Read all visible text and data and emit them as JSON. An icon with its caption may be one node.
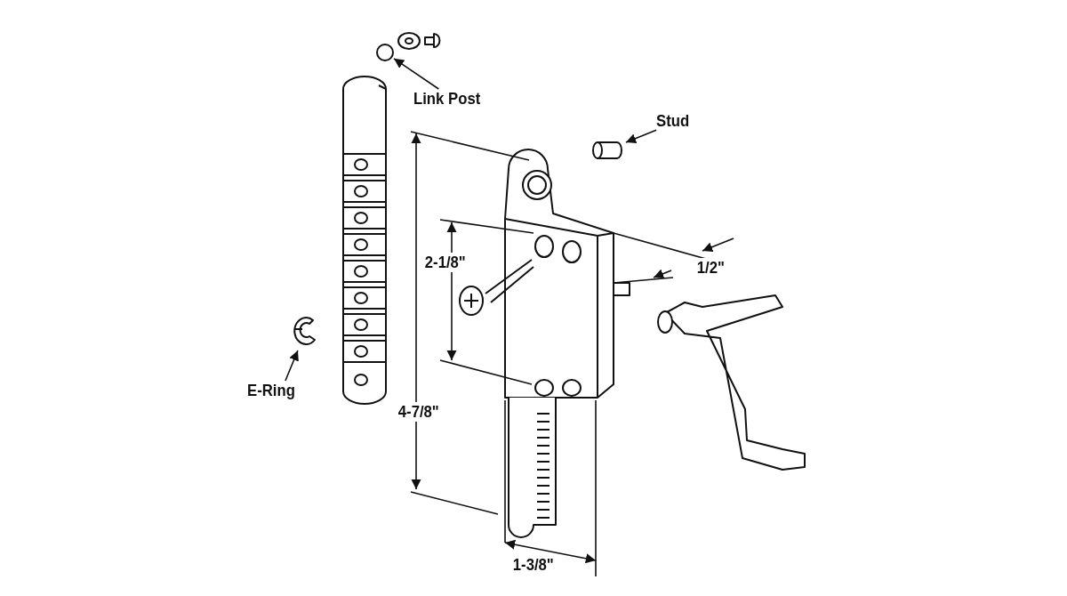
{
  "diagram": {
    "nodes": [
      {
        "text": [
          "Link Post"
        ]
      },
      {
        "text": [],
        "shape": "circle"
      },
      {
        "text": [
          "Stud"
        ]
      },
      {
        "text": [],
        "shape": "cylinder"
      },
      {
        "text": [
          "E-Ring"
        ]
      },
      {
        "text": [],
        "shape": "picture"
      }
    ],
    "edges": [
      {
        "from": 0,
        "to": 1,
        "arrow": "to"
      },
      {
        "from": 2,
        "to": 3,
        "arrow": "to"
      },
      {
        "from": 4,
        "to": 5,
        "arrow": "to"
      }
    ],
    "labels": [
      "2-1/8\"",
      "1/2\"",
      "4-7/8\"",
      "1-3/8\""
    ]
  }
}
